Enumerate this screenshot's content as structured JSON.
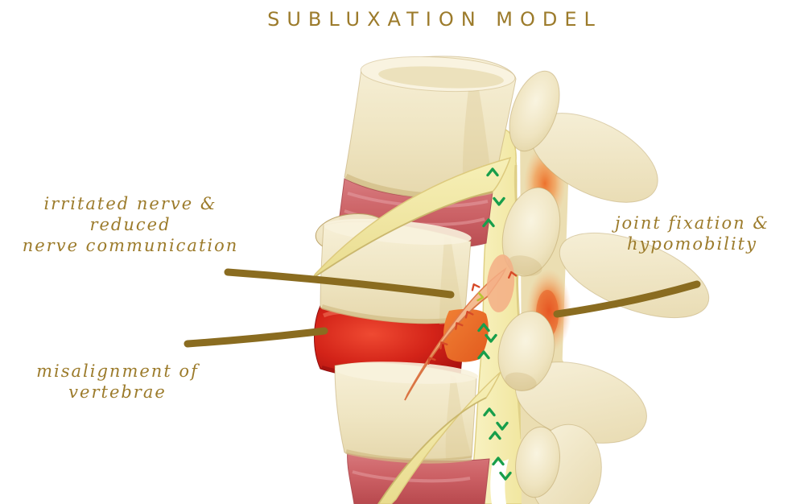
{
  "title": "SUBLUXATION MODEL",
  "annotations": [
    {
      "id": "irritated-nerve",
      "lines": [
        "irritated nerve &",
        "reduced",
        "nerve communication"
      ]
    },
    {
      "id": "joint-fixation",
      "lines": [
        "joint fixation &",
        "hypomobility"
      ]
    },
    {
      "id": "misalignment",
      "lines": [
        "misalignment of",
        "vertebrae"
      ]
    }
  ],
  "colors": {
    "background": "#ffffff",
    "text": "#9c7b2b",
    "leader_line": "#8a6c20",
    "bone": "#efe5c2",
    "bone_shadow": "#d5c08a",
    "disc_healthy": "#cd6468",
    "disc_inflamed": "#d32318",
    "nerve": "#f6efb2",
    "nerve_inflamed": "#f2b07f",
    "disc_herniation": "#ec6c28",
    "joint_inflammation": "#f07f3c",
    "arrow_healthy": "#189e4b",
    "arrow_irritated": "#d64a28"
  }
}
